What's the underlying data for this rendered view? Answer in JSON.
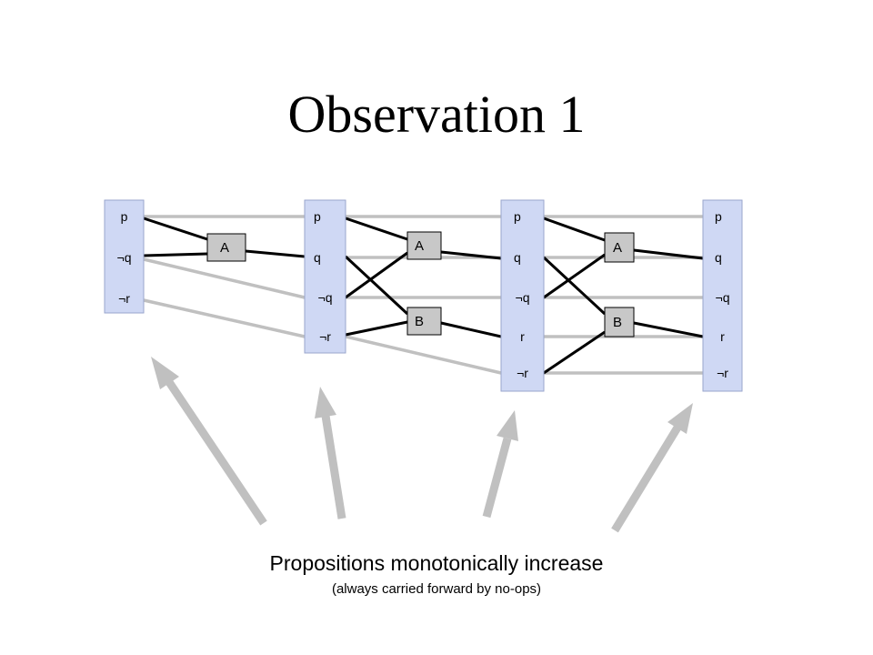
{
  "title": "Observation 1",
  "layers": [
    [
      "p",
      "¬q",
      "¬r"
    ],
    [
      "p",
      "q",
      "¬q",
      "¬r"
    ],
    [
      "p",
      "q",
      "¬q",
      "r",
      "¬r"
    ],
    [
      "p",
      "q",
      "¬q",
      "r",
      "¬r"
    ]
  ],
  "actions": [
    [
      "A"
    ],
    [
      "A",
      "B"
    ],
    [
      "A",
      "B"
    ]
  ],
  "caption": "Propositions monotonically increase",
  "subcaption": "(always carried forward by no-ops)",
  "colors": {
    "column_fill": "#cfd8f4",
    "column_border": "#9aa6cc",
    "action_fill": "#c8c8c8",
    "action_border": "#000000",
    "noop_line": "#c0c0c0",
    "action_line": "#000000",
    "arrow": "#c0c0c0"
  }
}
